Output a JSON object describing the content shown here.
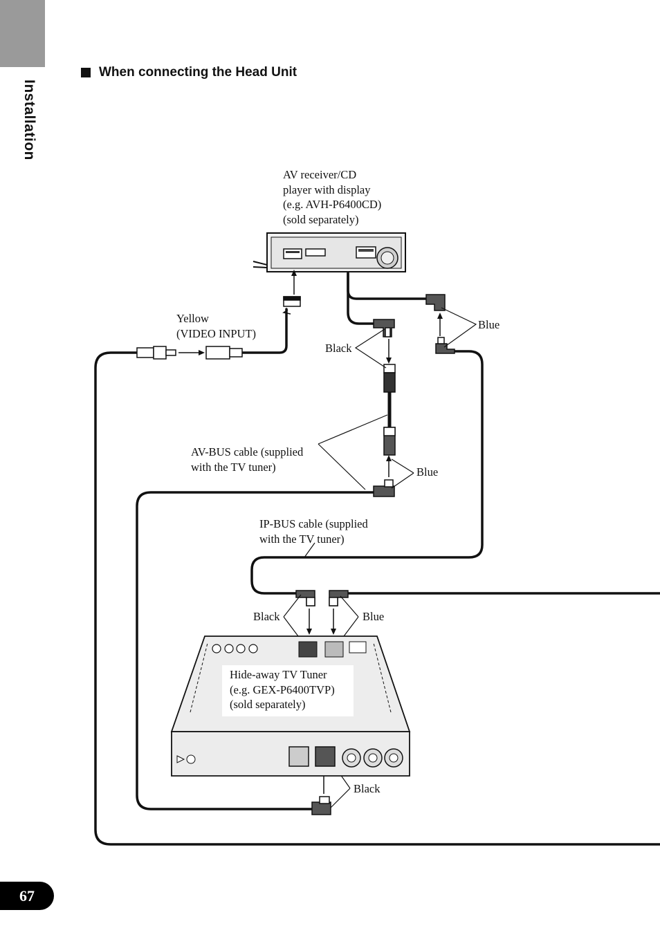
{
  "section_tab": {
    "label": "Installation"
  },
  "heading": {
    "title": "When connecting the Head Unit"
  },
  "labels": {
    "av_receiver": "AV receiver/CD\nplayer with display\n(e.g. AVH-P6400CD)\n(sold separately)",
    "yellow_video": "Yellow\n(VIDEO INPUT)",
    "black_top": "Black",
    "blue_top": "Blue",
    "av_bus_cable": "AV-BUS cable (supplied\nwith the TV tuner)",
    "blue_mid": "Blue",
    "ip_bus_cable": "IP-BUS cable (supplied\nwith the TV tuner)",
    "black_tuner": "Black",
    "blue_tuner": "Blue",
    "tuner": "Hide-away TV Tuner\n(e.g. GEX-P6400TVP)\n(sold separately)",
    "black_bottom": "Black"
  },
  "page": {
    "number": "67"
  },
  "colors": {
    "tab_gray": "#9a9a9a",
    "ink": "#111111"
  }
}
